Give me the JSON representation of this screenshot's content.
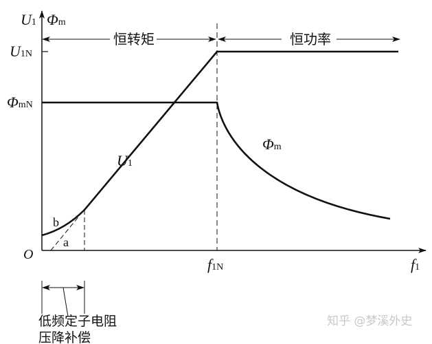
{
  "axes": {
    "y_label_main": "U",
    "y_label_main_sub": "1",
    "y_label_second": "Φ",
    "y_label_second_sub": "m",
    "x_label": "f",
    "x_label_sub": "1",
    "origin": "O"
  },
  "ticks": {
    "u1n": "U",
    "u1n_sub": "1N",
    "phimn": "Φ",
    "phimn_sub": "mN",
    "f1n": "f",
    "f1n_sub": "1N"
  },
  "regions": {
    "constant_torque": "恒转矩",
    "constant_power": "恒功率"
  },
  "curve_labels": {
    "u1": "U",
    "u1_sub": "1",
    "phim": "Φ",
    "phim_sub": "m",
    "b": "b",
    "a": "a"
  },
  "annotation": {
    "line1": "低频定子电阻",
    "line2": "压降补偿"
  },
  "watermark": "知乎 @梦溪外史"
}
